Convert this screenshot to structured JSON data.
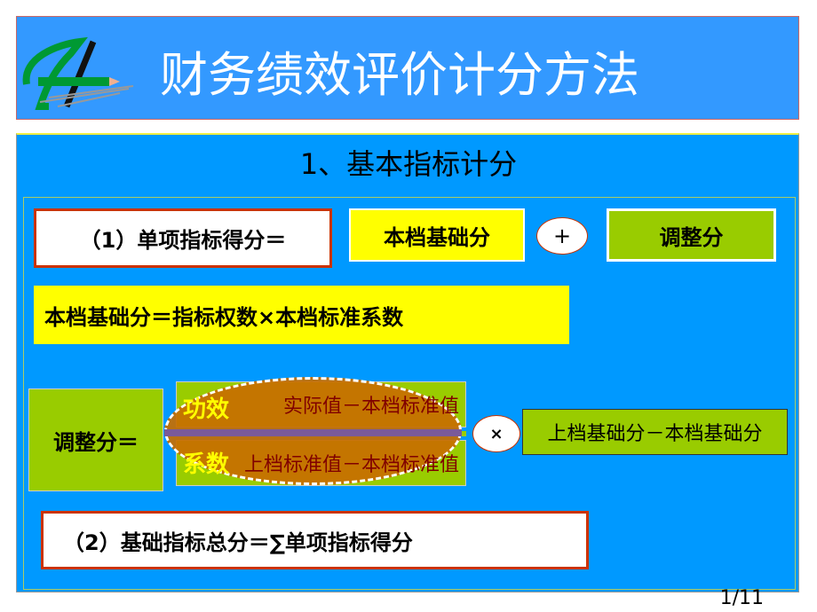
{
  "header": {
    "title": "财务绩效评价计分方法",
    "logo_text": "H"
  },
  "section": {
    "title": "1、基本指标计分"
  },
  "formula1": {
    "label": "（1）单项指标得分＝",
    "base": "本档基础分",
    "plus": "+",
    "adjust": "调整分"
  },
  "formula_base": "本档基础分＝指标权数×本档标准系数",
  "adjust": {
    "label": "调整分＝",
    "numerator": "实际值－本档标准值",
    "denominator": "上档标准值－本档标准值",
    "times": "×",
    "factor": "上档基础分－本档基础分",
    "overlay_top": "功效",
    "overlay_bottom": "系数"
  },
  "formula2": "（2）基础指标总分＝∑单项指标得分",
  "page": "1/11"
}
